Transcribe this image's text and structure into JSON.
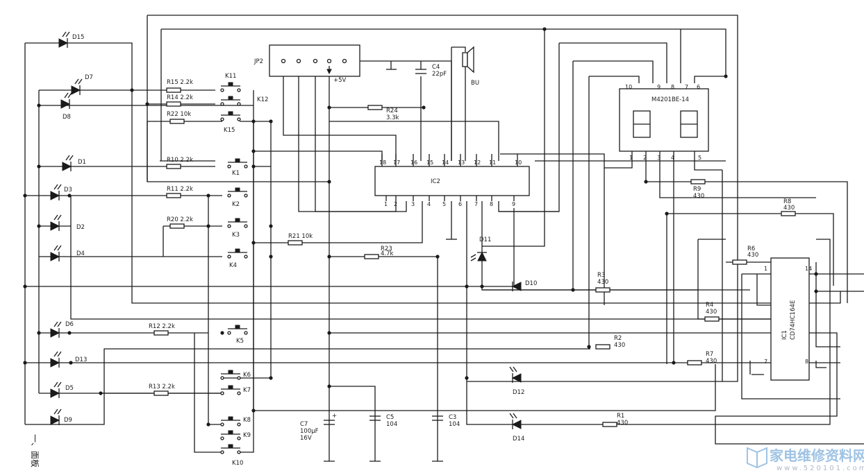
{
  "labels": {
    "D15": "D15",
    "D7": "D7",
    "D8": "D8",
    "D1": "D1",
    "D3": "D3",
    "D2": "D2",
    "D4": "D4",
    "D6": "D6",
    "D13": "D13",
    "D5": "D5",
    "D9": "D9",
    "D10": "D10",
    "D11": "D11",
    "D12": "D12",
    "D14": "D14",
    "R15": "R15 2.2k",
    "R14": "R14 2.2k",
    "R22": "R22 10k",
    "R10": "R10 2.2k",
    "R11": "R11 2.2k",
    "R20": "R20 2.2k",
    "R21": "R21 10k",
    "R23": "R23",
    "R23v": "4.7k",
    "R24": "R24",
    "R24v": "3.3k",
    "R12": "R12 2.2k",
    "R13": "R13 2.2k",
    "R9": "R9",
    "R9v": "430",
    "R8": "R8",
    "R8v": "430",
    "R6": "R6",
    "R6v": "430",
    "R3": "R3",
    "R3v": "430",
    "R4": "R4",
    "R4v": "430",
    "R2": "R2",
    "R2v": "430",
    "R7": "R7",
    "R7v": "430",
    "R1": "R1",
    "R1v": "430",
    "K11": "K11",
    "K12": "K12",
    "K15": "K15",
    "K1": "K1",
    "K2": "K2",
    "K3": "K3",
    "K4": "K4",
    "K5": "K5",
    "K6": "K6",
    "K7": "K7",
    "K8": "K8",
    "K9": "K9",
    "K10": "K10",
    "JP2": "JP2",
    "plus5v": "+5V",
    "C4": "C4",
    "C4v": "22pF",
    "BU": "BU",
    "IC2": "IC2",
    "display": "M4201BE-14",
    "IC1": "IC1",
    "IC1part": "CD74HC164E",
    "C7": "C7",
    "C7v1": "100μF",
    "C7v2": "16V",
    "C5": "C5",
    "C5v": "104",
    "C3": "C3",
    "C3v": "104",
    "plus": "+",
    "edge_text": "一、面板"
  },
  "ic2_pins_top": [
    "18",
    "17",
    "16",
    "15",
    "14",
    "13",
    "12",
    "11",
    "10"
  ],
  "ic2_pins_bottom": [
    "1",
    "2",
    "3",
    "4",
    "5",
    "6",
    "7",
    "8",
    "9"
  ],
  "display_pins_top": [
    "10",
    "9",
    "8",
    "7",
    "6"
  ],
  "display_pins_bottom": [
    "1",
    "2",
    "3",
    "4",
    "5"
  ],
  "ic1_pins": {
    "p1": "1",
    "p14": "14",
    "p7": "7",
    "p8": "8"
  },
  "watermark": {
    "name": "家电维修资料网",
    "url": "www.520101.com"
  },
  "colors": {
    "ink": "#1a1a1a",
    "paper": "#ffffff",
    "watermark": "#9fc3e4"
  }
}
